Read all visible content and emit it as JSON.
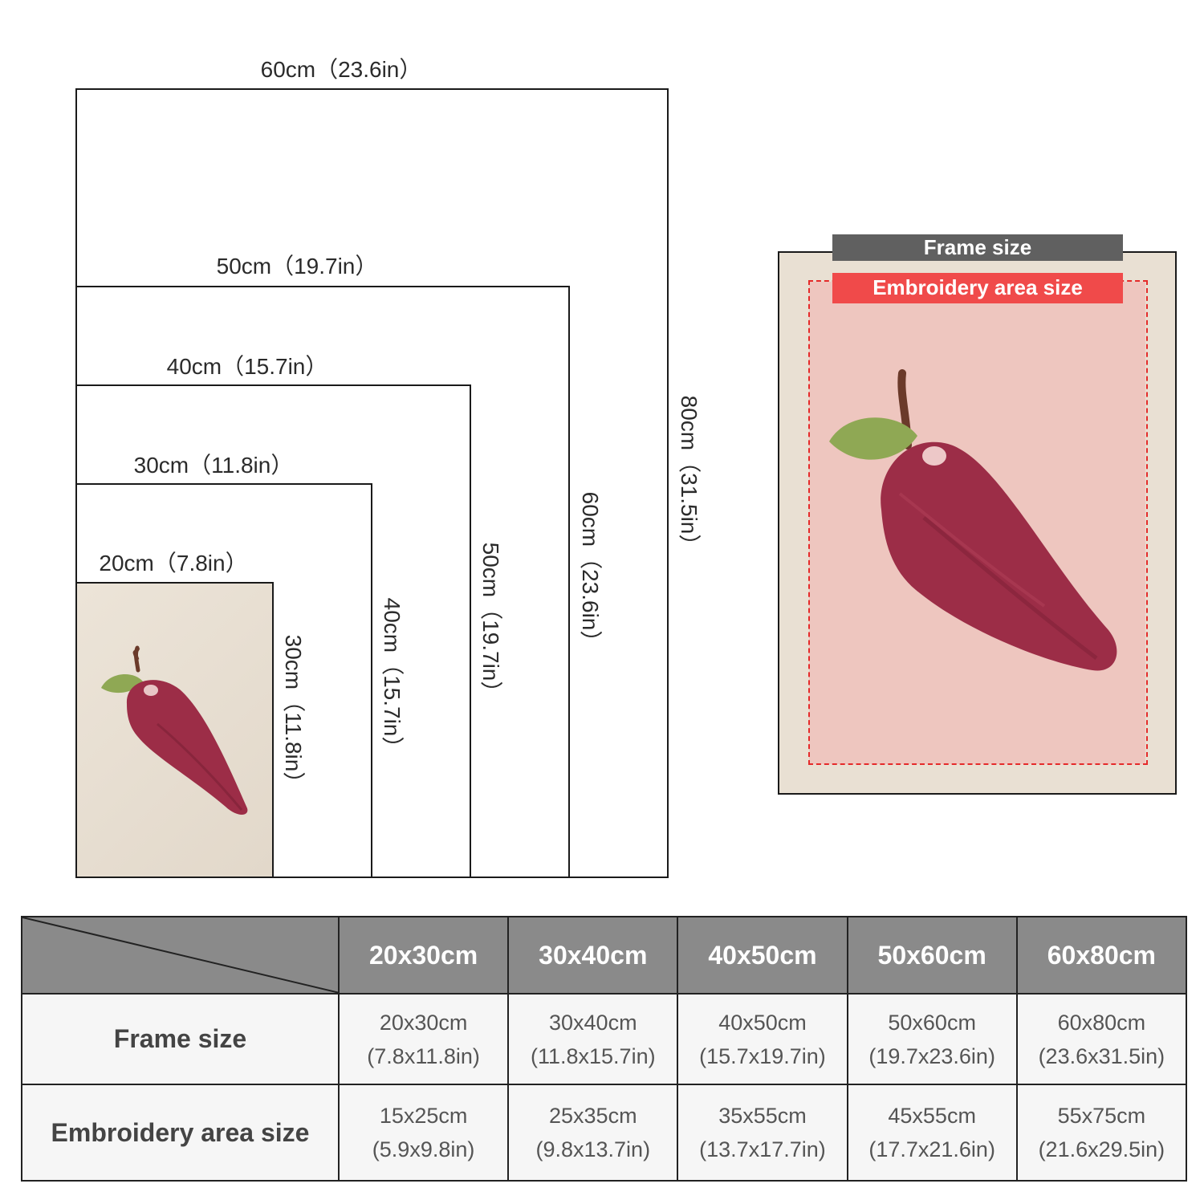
{
  "frames": [
    {
      "width_label": "60cm（23.6in）",
      "height_label": "80cm（31.5in）"
    },
    {
      "width_label": "50cm（19.7in）",
      "height_label": "60cm（23.6in）"
    },
    {
      "width_label": "40cm（15.7in）",
      "height_label": "50cm（19.7in）"
    },
    {
      "width_label": "30cm（11.8in）",
      "height_label": "40cm（15.7in）"
    },
    {
      "width_label": "20cm（7.8in）",
      "height_label": "30cm（11.8in）"
    }
  ],
  "preview": {
    "frame_tag": "Frame size",
    "embroidery_tag": "Embroidery area size"
  },
  "table": {
    "columns": [
      "20x30cm",
      "30x40cm",
      "40x50cm",
      "50x60cm",
      "60x80cm"
    ],
    "rows": [
      {
        "label": "Frame size",
        "cells": [
          {
            "cm": "20x30cm",
            "in": "(7.8x11.8in)"
          },
          {
            "cm": "30x40cm",
            "in": "(11.8x15.7in)"
          },
          {
            "cm": "40x50cm",
            "in": "(15.7x19.7in)"
          },
          {
            "cm": "50x60cm",
            "in": "(19.7x23.6in)"
          },
          {
            "cm": "60x80cm",
            "in": "(23.6x31.5in)"
          }
        ]
      },
      {
        "label": "Embroidery area size",
        "cells": [
          {
            "cm": "15x25cm",
            "in": "(5.9x9.8in)"
          },
          {
            "cm": "25x35cm",
            "in": "(9.8x13.7in)"
          },
          {
            "cm": "35x55cm",
            "in": "(13.7x17.7in)"
          },
          {
            "cm": "45x55cm",
            "in": "(17.7x21.6in)"
          },
          {
            "cm": "55x75cm",
            "in": "(21.6x29.5in)"
          }
        ]
      }
    ]
  },
  "colors": {
    "embroidery_red": "#e52a2a",
    "header_gray": "#8a8a8a",
    "pepper": "#9c2d47",
    "leaf": "#8fa854"
  }
}
